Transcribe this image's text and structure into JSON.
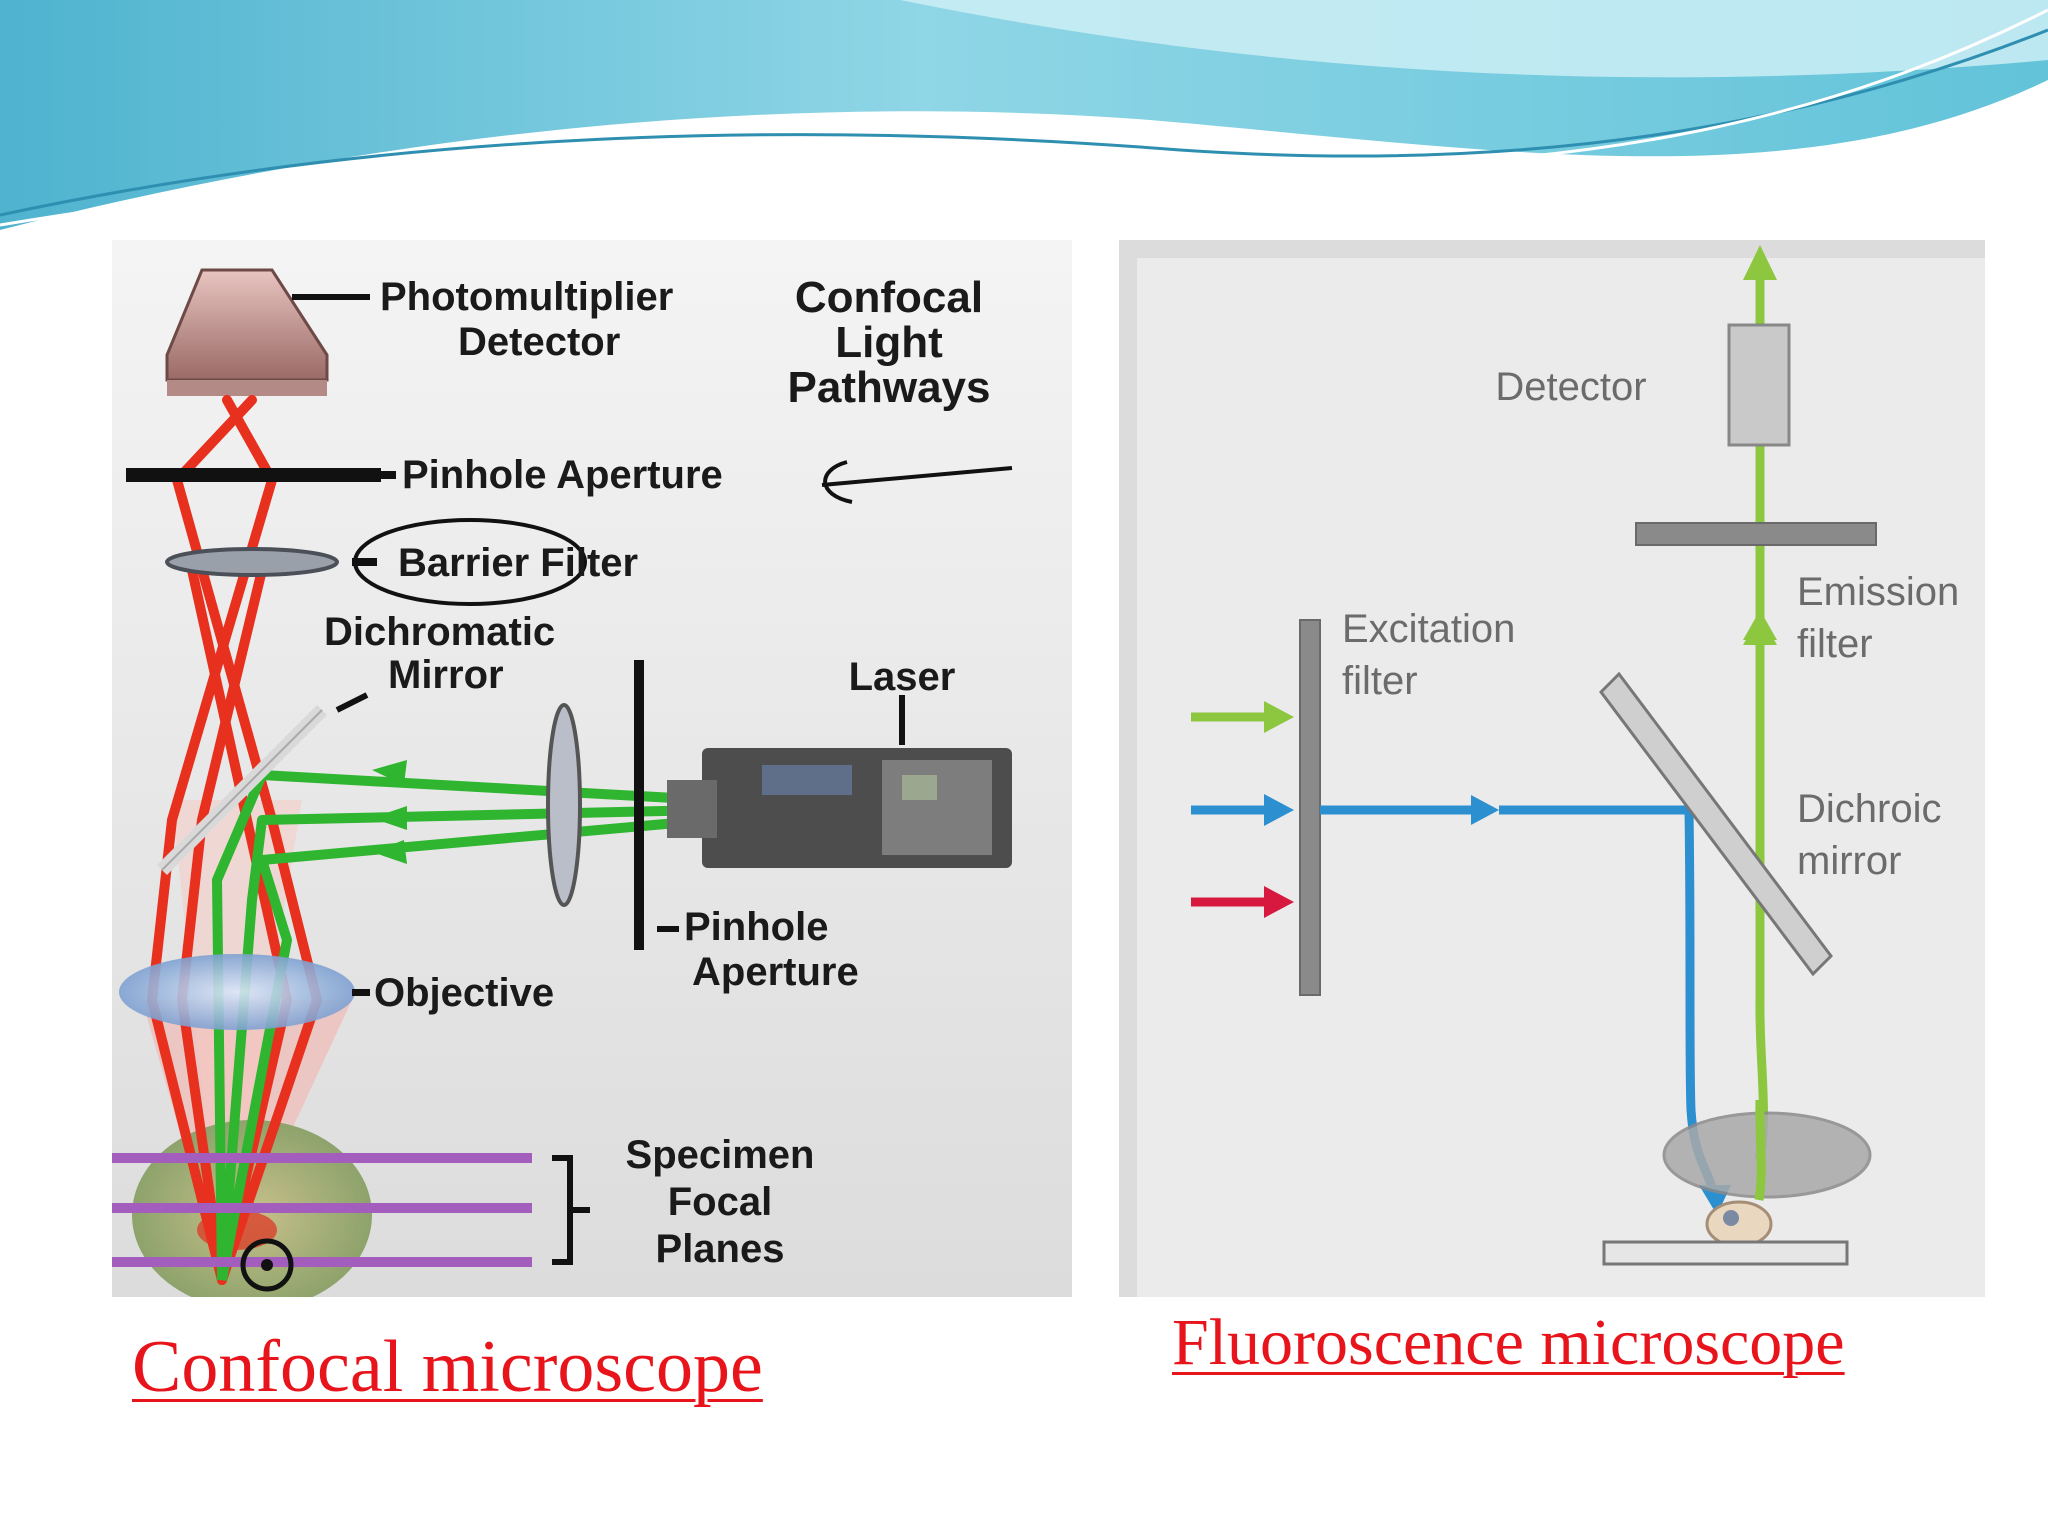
{
  "captions": {
    "confocal": "Confocal microscope",
    "fluorescence": "Fluoroscence microscope"
  },
  "confocal_diagram": {
    "detector": [
      "Photomultiplier",
      "Detector"
    ],
    "title": [
      "Confocal",
      "Light",
      "Pathways"
    ],
    "pinhole_top": "Pinhole Aperture",
    "barrier_filter": "Barrier Filter",
    "dichromatic_mirror": [
      "Dichromatic",
      "Mirror"
    ],
    "laser": "Laser",
    "pinhole_bottom": [
      "Pinhole",
      "Aperture"
    ],
    "objective": "Objective",
    "specimen": [
      "Specimen",
      "Focal",
      "Planes"
    ]
  },
  "fluorescence_diagram": {
    "detector": "Detector",
    "emission_filter": [
      "Emission",
      "filter"
    ],
    "excitation_filter": [
      "Excitation",
      "filter"
    ],
    "dichroic_mirror": [
      "Dichroic",
      "mirror"
    ]
  },
  "colors": {
    "caption": "#e8141c",
    "excitation_green": "#8dc63f",
    "excitation_blue": "#2b8fd0",
    "excitation_red": "#d7193f",
    "laser_green": "#2fb52f",
    "emission_red": "#e8301e"
  },
  "icons": [
    "arrow-annotation-icon",
    "circle-annotation-icon"
  ]
}
